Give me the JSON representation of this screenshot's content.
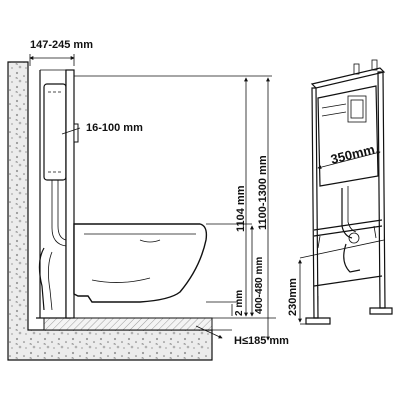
{
  "labels": {
    "top_width": "147-245 mm",
    "frame_offset": "16-100 mm",
    "height_1104": "1104 mm",
    "height_range": "1100-1300 mm",
    "bowl_height": "400-480 mm",
    "gap": "2 mm",
    "floor": "H≤185 mm",
    "frame_width": "350mm",
    "frame_bottom": "230mm"
  }
}
